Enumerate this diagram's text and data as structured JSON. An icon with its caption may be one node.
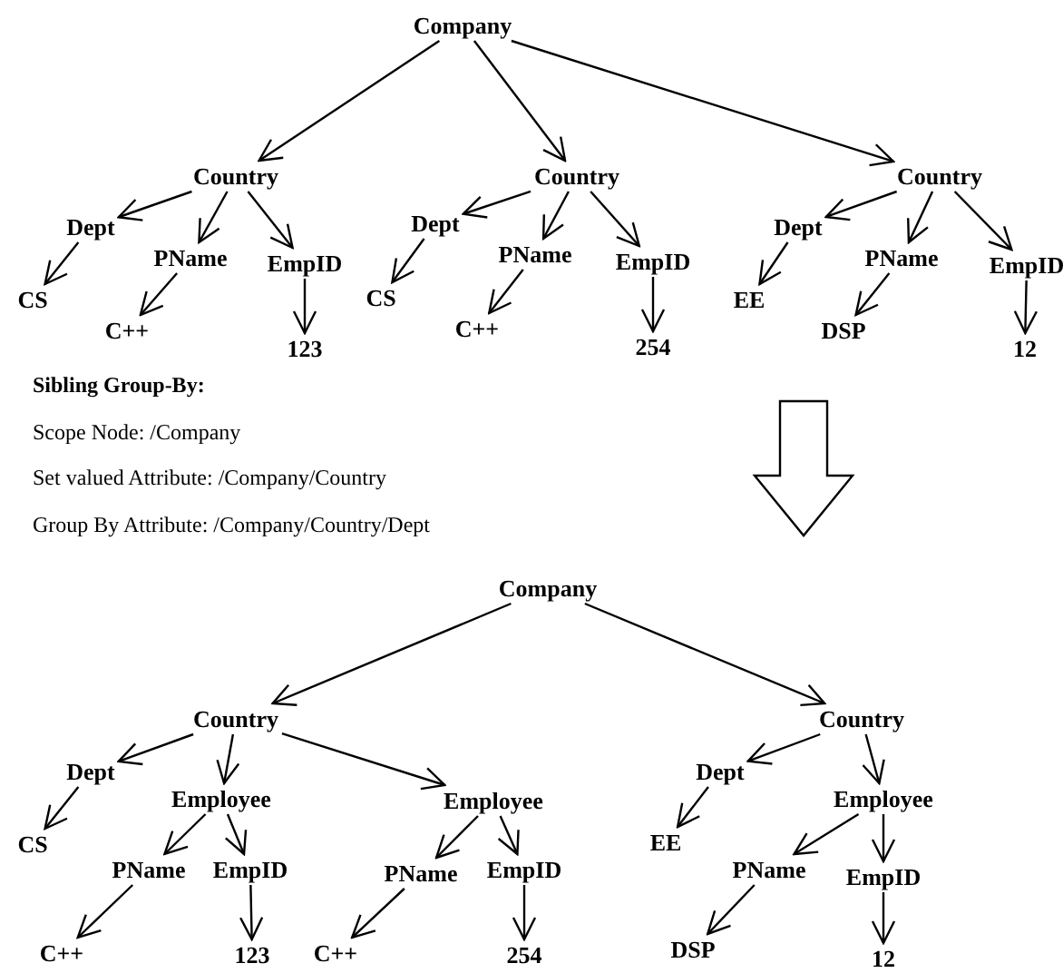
{
  "diagram": {
    "nodes": [
      {
        "text": [
          "Company"
        ]
      },
      {
        "text": [
          "Country"
        ]
      },
      {
        "text": [
          "Dept"
        ]
      },
      {
        "text": [
          "CS"
        ]
      },
      {
        "text": [
          "PName"
        ]
      },
      {
        "text": [
          "C++"
        ]
      },
      {
        "text": [
          "EmpID"
        ]
      },
      {
        "text": [
          "123"
        ]
      },
      {
        "text": [
          "Country"
        ]
      },
      {
        "text": [
          "Dept"
        ]
      },
      {
        "text": [
          "CS"
        ]
      },
      {
        "text": [
          "PName"
        ]
      },
      {
        "text": [
          "C++"
        ]
      },
      {
        "text": [
          "EmpID"
        ]
      },
      {
        "text": [
          "254"
        ]
      },
      {
        "text": [
          "Country"
        ]
      },
      {
        "text": [
          "Dept"
        ]
      },
      {
        "text": [
          "EE"
        ]
      },
      {
        "text": [
          "PName"
        ]
      },
      {
        "text": [
          "DSP"
        ]
      },
      {
        "text": [
          "EmpID"
        ]
      },
      {
        "text": [
          "12"
        ]
      },
      {
        "text": [
          "Company"
        ]
      },
      {
        "text": [
          "Country"
        ]
      },
      {
        "text": [
          "Dept"
        ]
      },
      {
        "text": [
          "CS"
        ]
      },
      {
        "text": [
          "Employee"
        ]
      },
      {
        "text": [
          "PName"
        ]
      },
      {
        "text": [
          "C++"
        ]
      },
      {
        "text": [
          "EmpID"
        ]
      },
      {
        "text": [
          "123"
        ]
      },
      {
        "text": [
          "Employee"
        ]
      },
      {
        "text": [
          "PName"
        ]
      },
      {
        "text": [
          "C++"
        ]
      },
      {
        "text": [
          "EmpID"
        ]
      },
      {
        "text": [
          "254"
        ]
      },
      {
        "text": [
          "Country"
        ]
      },
      {
        "text": [
          "Dept"
        ]
      },
      {
        "text": [
          "EE"
        ]
      },
      {
        "text": [
          "Employee"
        ]
      },
      {
        "text": [
          "PName"
        ]
      },
      {
        "text": [
          "DSP"
        ]
      },
      {
        "text": [
          "EmpID"
        ]
      },
      {
        "text": [
          "12"
        ]
      }
    ],
    "edges": [
      {
        "from": 0,
        "to": 1,
        "arrow": "to"
      },
      {
        "from": 0,
        "to": 8,
        "arrow": "to"
      },
      {
        "from": 0,
        "to": 15,
        "arrow": "to"
      },
      {
        "from": 1,
        "to": 2,
        "arrow": "to"
      },
      {
        "from": 1,
        "to": 4,
        "arrow": "to"
      },
      {
        "from": 1,
        "to": 6,
        "arrow": "to"
      },
      {
        "from": 2,
        "to": 3,
        "arrow": "to"
      },
      {
        "from": 4,
        "to": 5,
        "arrow": "to"
      },
      {
        "from": 6,
        "to": 7,
        "arrow": "to"
      },
      {
        "from": 8,
        "to": 9,
        "arrow": "to"
      },
      {
        "from": 8,
        "to": 11,
        "arrow": "to"
      },
      {
        "from": 8,
        "to": 13,
        "arrow": "to"
      },
      {
        "from": 9,
        "to": 10,
        "arrow": "to"
      },
      {
        "from": 11,
        "to": 12,
        "arrow": "to"
      },
      {
        "from": 13,
        "to": 14,
        "arrow": "to"
      },
      {
        "from": 15,
        "to": 16,
        "arrow": "to"
      },
      {
        "from": 15,
        "to": 18,
        "arrow": "to"
      },
      {
        "from": 15,
        "to": 20,
        "arrow": "to"
      },
      {
        "from": 16,
        "to": 17,
        "arrow": "to"
      },
      {
        "from": 18,
        "to": 19,
        "arrow": "to"
      },
      {
        "from": 20,
        "to": 21,
        "arrow": "to"
      },
      {
        "from": 22,
        "to": 23,
        "arrow": "to"
      },
      {
        "from": 22,
        "to": 36,
        "arrow": "to"
      },
      {
        "from": 23,
        "to": 24,
        "arrow": "to"
      },
      {
        "from": 23,
        "to": 26,
        "arrow": "to"
      },
      {
        "from": 23,
        "to": 31,
        "arrow": "to"
      },
      {
        "from": 24,
        "to": 25,
        "arrow": "to"
      },
      {
        "from": 26,
        "to": 27,
        "arrow": "to"
      },
      {
        "from": 26,
        "to": 29,
        "arrow": "to"
      },
      {
        "from": 27,
        "to": 28,
        "arrow": "to"
      },
      {
        "from": 29,
        "to": 30,
        "arrow": "to"
      },
      {
        "from": 31,
        "to": 32,
        "arrow": "to"
      },
      {
        "from": 31,
        "to": 34,
        "arrow": "to"
      },
      {
        "from": 32,
        "to": 33,
        "arrow": "to"
      },
      {
        "from": 34,
        "to": 35,
        "arrow": "to"
      },
      {
        "from": 36,
        "to": 37,
        "arrow": "to"
      },
      {
        "from": 36,
        "to": 39,
        "arrow": "to"
      },
      {
        "from": 37,
        "to": 38,
        "arrow": "to"
      },
      {
        "from": 39,
        "to": 40,
        "arrow": "to"
      },
      {
        "from": 39,
        "to": 42,
        "arrow": "to"
      },
      {
        "from": 40,
        "to": 41,
        "arrow": "to"
      },
      {
        "from": 42,
        "to": 43,
        "arrow": "to"
      }
    ],
    "labels": [
      "Sibling Group-By:",
      "Scope Node: /Company",
      "Set valued Attribute: /Company/Country",
      "Group By Attribute: /Company/Country/Dept"
    ]
  }
}
